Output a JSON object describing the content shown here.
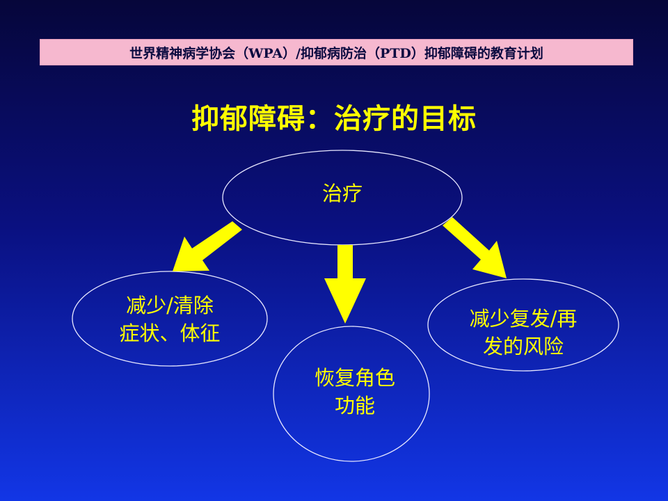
{
  "header": {
    "text": "世界精神病学协会（WPA）/抑郁病防治（PTD）抑郁障碍的教育计划"
  },
  "title": "抑郁障碍：治疗的目标",
  "nodes": {
    "center": "治疗",
    "left": {
      "line1": "减少/清除",
      "line2": "症状、体征"
    },
    "middle": {
      "line1": "恢复角色",
      "line2": "功能"
    },
    "right": {
      "line1": "减少复发/再",
      "line2": "发的风险"
    }
  },
  "colors": {
    "text": "#ffff00",
    "arrow": "#ffff00",
    "header_bg": "#f6b8cf",
    "outline": "#e8e8ff"
  }
}
